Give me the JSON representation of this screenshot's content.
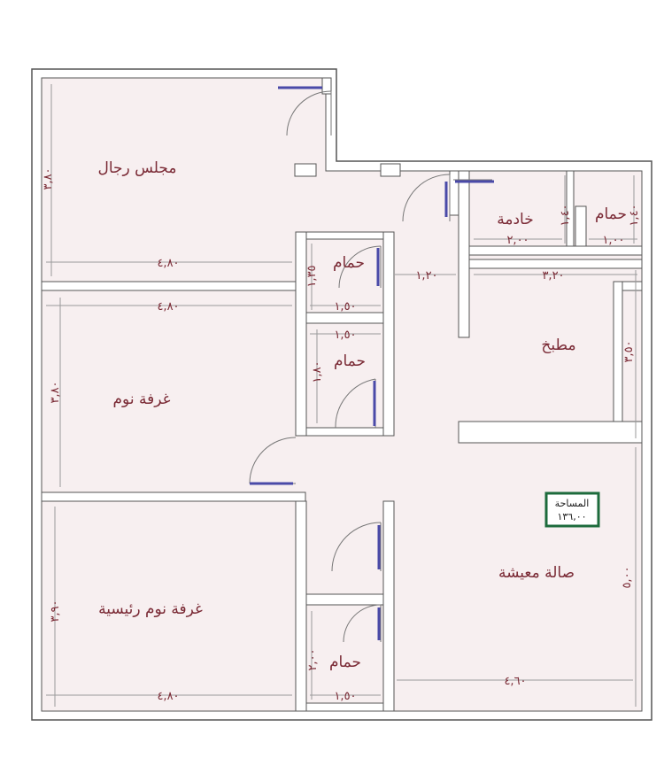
{
  "colors": {
    "floor": "#f7eff0",
    "wall": "#ffffff",
    "wall_stroke": "#555555",
    "text": "#7a2a35",
    "dim_line": "#9a9a9a",
    "door": "#777777",
    "window": "#4a4aa8",
    "area_border": "#1d6b3c"
  },
  "rooms": {
    "majlis": "مجلس رجال",
    "bedroom": "غرفة نوم",
    "master_bedroom": "غرفة نوم رئيسية",
    "bath_1": "حمام",
    "bath_2": "حمام",
    "bath_3": "حمام",
    "bath_4": "حمام",
    "maid": "خادمة",
    "kitchen": "مطبخ",
    "living": "صالة معيشة"
  },
  "dimensions": {
    "majlis_height": "٣,٨٠",
    "majlis_width": "٤,٨٠",
    "bedroom_width": "٤,٨٠",
    "bedroom_height": "٣,٨٠",
    "master_height": "٣,٩٠",
    "master_width": "٤,٨٠",
    "bath1_height": "١,٣٥",
    "bath1_width": "١,٥٠",
    "bath2_width": "١,٥٠",
    "bath2_height": "١,٨٠",
    "bath3_height": "٢,٠٠",
    "bath3_width": "١,٥٠",
    "corridor_width": "١,٢٠",
    "maid_height": "١,٤٠",
    "maid_width": "٢,٠٠",
    "bath4_height": "١,٤٠",
    "bath4_width": "١,٠٠",
    "kitchen_width": "٣,٢٠",
    "kitchen_height": "٣,٥٠",
    "living_height": "٥,٠٠",
    "living_width": "٤,٦٠"
  },
  "area_box": {
    "label": "المساحة",
    "value": "١٣٦,٠٠"
  }
}
